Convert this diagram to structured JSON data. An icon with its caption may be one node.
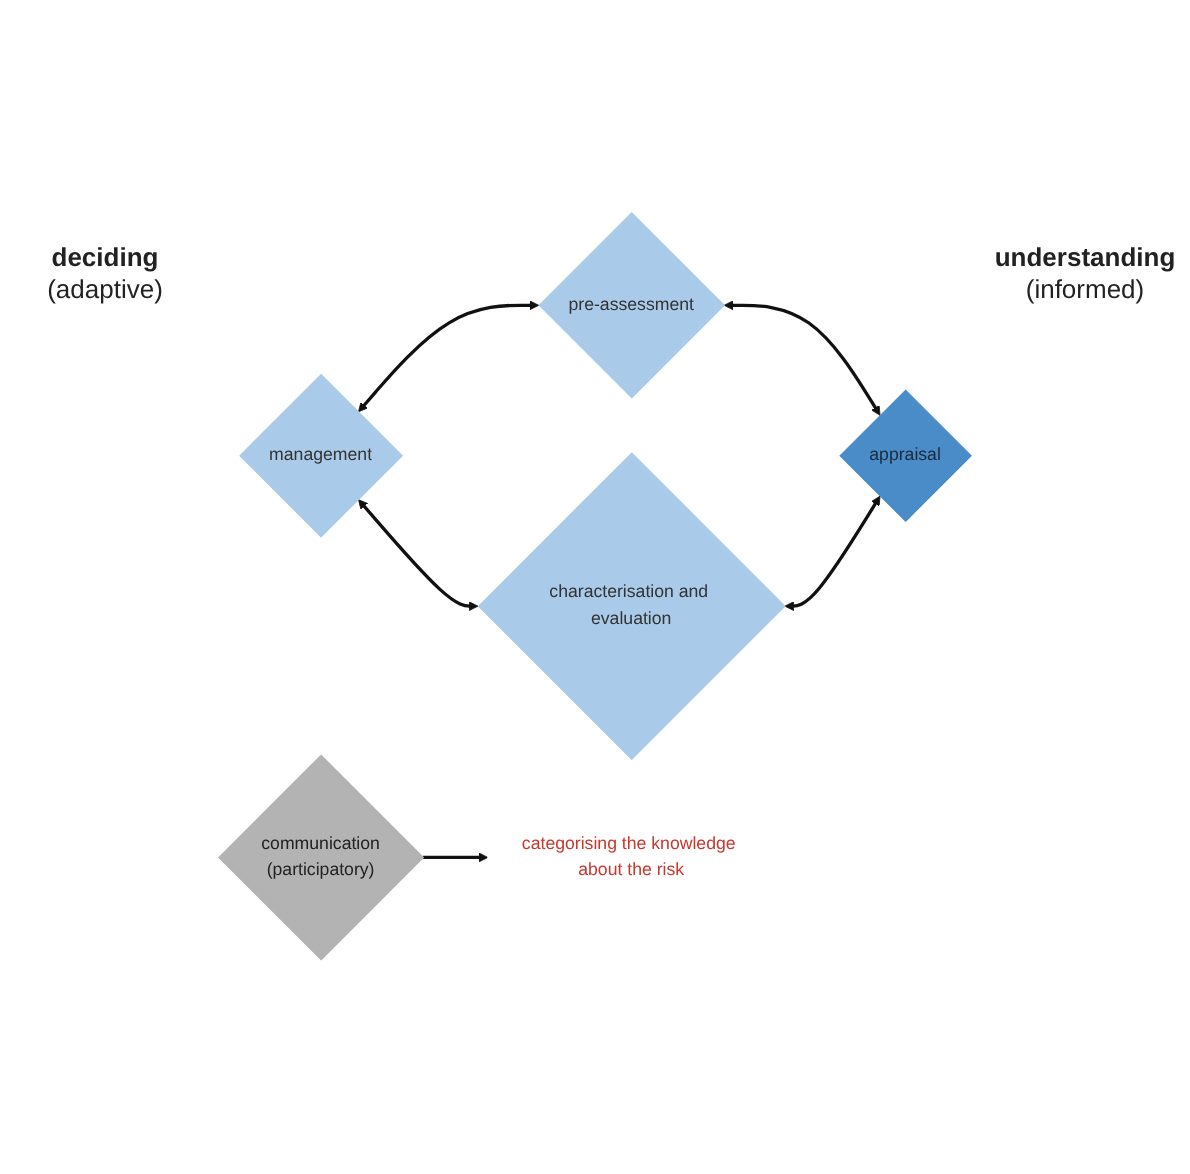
{
  "diagram": {
    "nodes": [
      {
        "text": [
          "pre-assessment"
        ]
      },
      {
        "text": [
          "management"
        ]
      },
      {
        "text": [
          "communication",
          "(participatory)"
        ]
      },
      {
        "text": [
          "appraisal"
        ]
      },
      {
        "text": [
          "characterisation and evaluation"
        ]
      },
      {
        "text": [
          "categorising the knowledge about the risk"
        ]
      }
    ],
    "edges": [
      {
        "from": 1,
        "to": 0,
        "arrow": "both"
      },
      {
        "from": 0,
        "to": 3,
        "arrow": "both"
      },
      {
        "from": 1,
        "to": 4,
        "arrow": "both"
      },
      {
        "from": 4,
        "to": 3,
        "arrow": "both"
      },
      {
        "from": 2,
        "to": 5,
        "arrow": "to"
      }
    ],
    "labels": [
      "deciding",
      "(adaptive)",
      "understanding",
      "(informed)"
    ]
  }
}
